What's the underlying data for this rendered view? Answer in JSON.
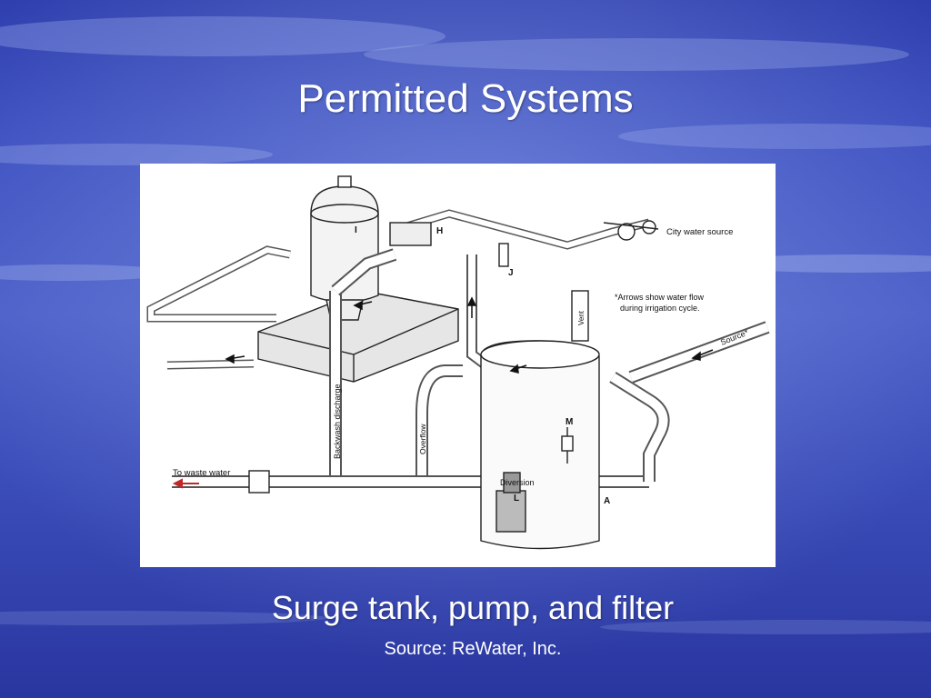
{
  "slide": {
    "title": "Permitted Systems",
    "caption": "Surge tank, pump, and filter",
    "source": "Source: ReWater, Inc."
  },
  "diagram": {
    "labels": {
      "filter": "I",
      "valve_h": "H",
      "valve_j": "J",
      "city_water": "City water source",
      "note_line1": "*Arrows show water flow",
      "note_line2": "during irrigation cycle.",
      "vent": "Vent",
      "source": "Source*",
      "backwash": "Backwash discharge",
      "overflow": "Overflow",
      "waste": "To waste water",
      "diversion": "Diversion",
      "pump": "L",
      "float": "M",
      "tank": "A"
    }
  },
  "colors": {
    "background": "#3c4fc0",
    "text": "#ffffff",
    "arrow_red": "#c0282a",
    "line": "#222222"
  }
}
